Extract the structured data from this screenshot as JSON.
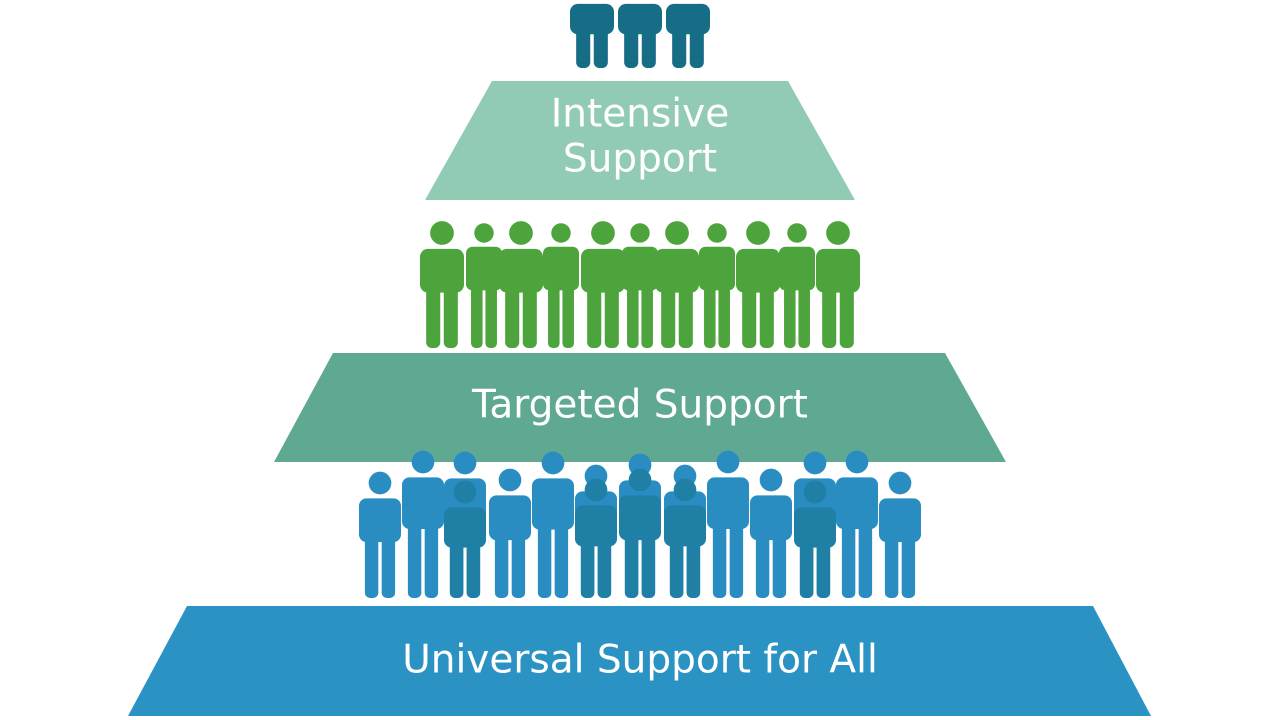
{
  "tiers": [
    {
      "id": "intensive",
      "label_lines": [
        "Intensive",
        "Support"
      ],
      "band_color": "#92cbb4",
      "people_color": "#166e86",
      "people_icon": "person-icon",
      "people_count": 3
    },
    {
      "id": "targeted",
      "label_lines": [
        "Targeted Support"
      ],
      "band_color": "#5fa892",
      "people_color": "#4ea43c",
      "people_icon": "person-icon",
      "people_count": 11
    },
    {
      "id": "universal",
      "label_lines": [
        "Universal Support for All"
      ],
      "band_color": "#2b93c4",
      "people_color": "#2a8dc2",
      "people_color_alt": "#1f7fa5",
      "people_icon": "person-icon",
      "people_count": 18
    }
  ]
}
